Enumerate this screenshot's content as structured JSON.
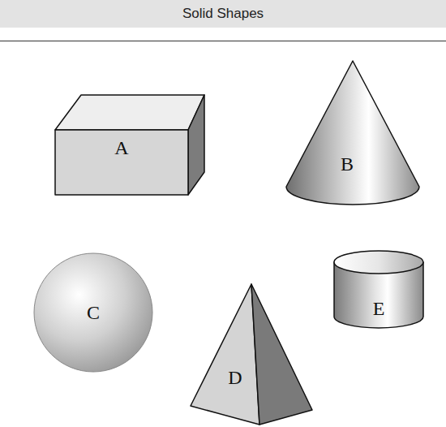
{
  "diagram": {
    "title": "Solid Shapes",
    "nodes": [
      {
        "text": [
          "A"
        ]
      },
      {
        "text": [
          "B"
        ]
      },
      {
        "text": [
          "C"
        ]
      },
      {
        "text": [
          "D"
        ]
      },
      {
        "text": [
          "E"
        ]
      }
    ]
  }
}
